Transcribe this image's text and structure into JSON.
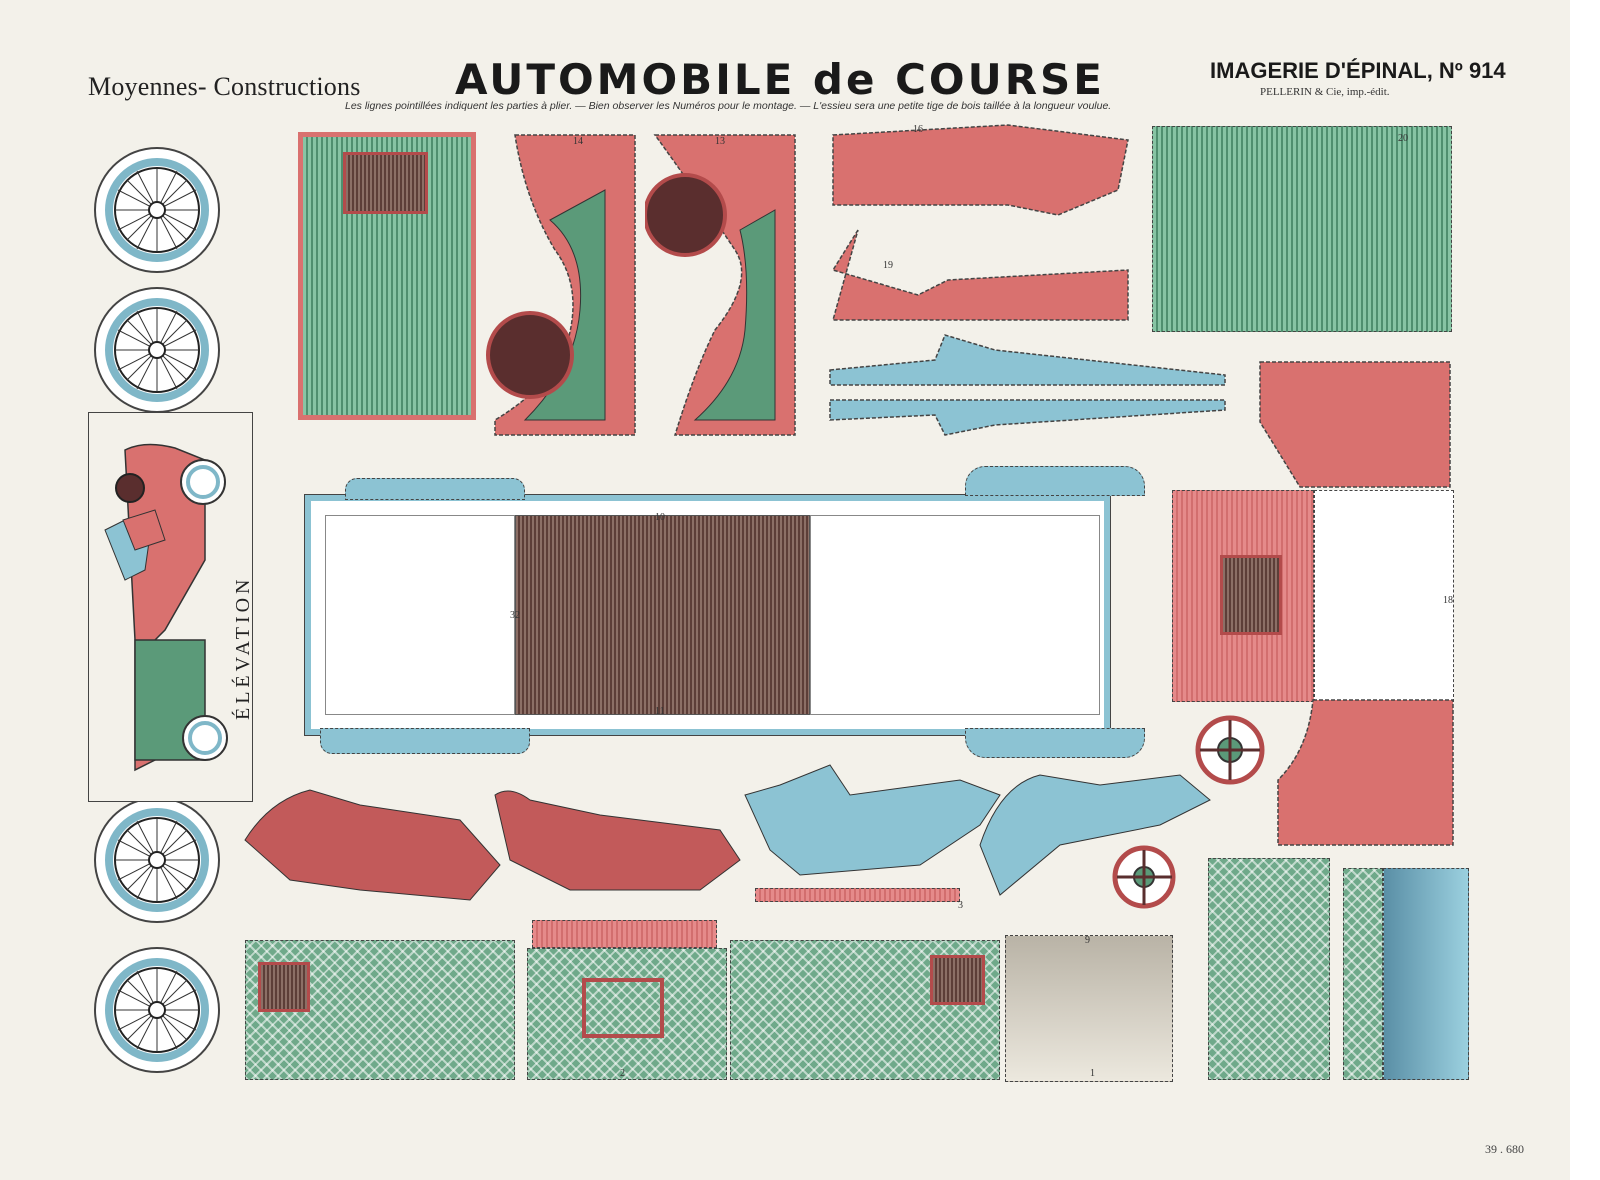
{
  "header": {
    "left": "Moyennes- Constructions",
    "title": "AUTOMOBILE de COURSE",
    "right": "IMAGERIE D'ÉPINAL, Nº 914",
    "publisher": "PELLERIN & Cie, imp.-édit.",
    "note": "Les lignes pointillées indiquent les parties à plier. — Bien observer les Numéros pour le montage. — L'essieu sera une petite tige de bois taillée à la longueur voulue."
  },
  "elevation_label": "ÉLÉVATION",
  "catalog_stamp": "39 . 680",
  "part_numbers": {
    "p14": "14",
    "p13": "13",
    "p16": "16",
    "p20": "20",
    "p19": "19",
    "p10": "10",
    "p32": "32",
    "p11": "11",
    "p18": "18",
    "p3": "3",
    "p9": "9",
    "p2": "2",
    "p1": "1"
  },
  "colors": {
    "red": "#d9716f",
    "green": "#5b9a79",
    "blue": "#8cc3d3",
    "brown": "#6a4640",
    "paper": "#f3f1ea"
  }
}
